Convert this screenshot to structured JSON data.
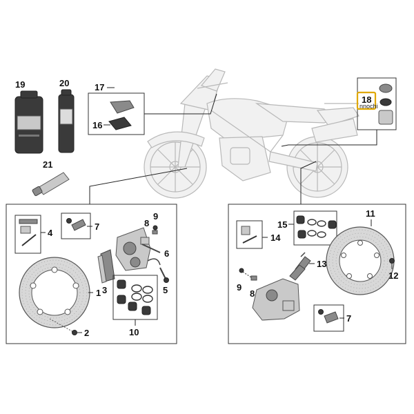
{
  "diagram": {
    "accent_color": "#e0a800",
    "callouts": {
      "n19": "19",
      "n20": "20",
      "n17": "17",
      "n16": "16",
      "n18": "18",
      "n21": "21",
      "n4_left": "4",
      "n7_left": "7",
      "n9_left": "9",
      "n8_left": "8",
      "n6": "6",
      "n3": "3",
      "n1": "1",
      "n5": "5",
      "n2": "2",
      "n10": "10",
      "n15": "15",
      "n14": "14",
      "n11": "11",
      "n13": "13",
      "n9_right": "9",
      "n8_right": "8",
      "n12": "12",
      "n7_right": "7"
    },
    "watermark": "nnochi"
  }
}
